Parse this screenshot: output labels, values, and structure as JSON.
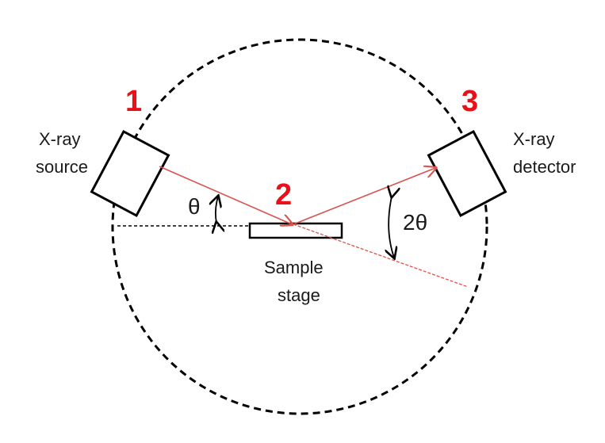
{
  "diagram": {
    "markers": {
      "source_number": "1",
      "sample_number": "2",
      "detector_number": "3"
    },
    "labels": {
      "source_line1": "X-ray",
      "source_line2": "source",
      "detector_line1": "X-ray",
      "detector_line2": "detector",
      "sample_line1": "Sample",
      "sample_line2": "stage"
    },
    "angles": {
      "incident": "θ",
      "diffracted": "2θ"
    },
    "colors": {
      "beam": "#e07070",
      "number": "#e8101a",
      "outline": "#000000"
    }
  }
}
